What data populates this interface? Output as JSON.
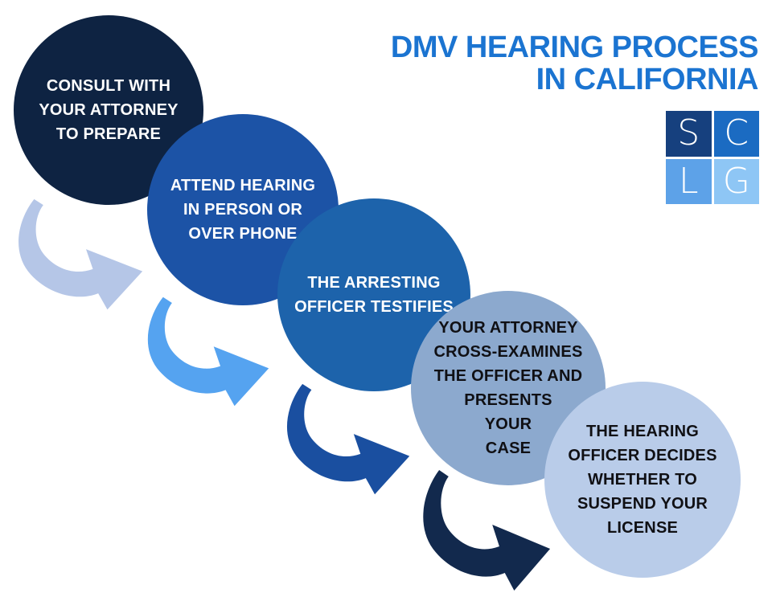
{
  "title": {
    "text": "DMV HEARING PROCESS\nIN CALIFORNIA",
    "color": "#1b74d1"
  },
  "logo": {
    "squares": [
      {
        "letter": "S",
        "color": "#16407e"
      },
      {
        "letter": "C",
        "color": "#1b6bc2"
      },
      {
        "letter": "L",
        "color": "#5da2e8"
      },
      {
        "letter": "G",
        "color": "#8ec6f5"
      }
    ]
  },
  "steps": [
    {
      "label": "CONSULT WITH\nYOUR ATTORNEY\nTO PREPARE",
      "circle_color": "#0e2342",
      "text_color": "#ffffff"
    },
    {
      "label": "ATTEND HEARING\nIN PERSON OR\nOVER PHONE",
      "circle_color": "#1c53a6",
      "text_color": "#ffffff"
    },
    {
      "label": "THE ARRESTING\nOFFICER TESTIFIES",
      "circle_color": "#1d63ab",
      "text_color": "#ffffff"
    },
    {
      "label": "YOUR ATTORNEY\nCROSS-EXAMINES\nTHE OFFICER AND\nPRESENTS\nYOUR\nCASE",
      "circle_color": "#8ca9ce",
      "text_color": "#101014"
    },
    {
      "label": "THE HEARING\nOFFICER DECIDES\nWHETHER TO\nSUSPEND YOUR\nLICENSE",
      "circle_color": "#b9cce9",
      "text_color": "#101014"
    }
  ],
  "arrows": [
    {
      "from_step": 1,
      "to_step": 2,
      "color": "#b5c6e7"
    },
    {
      "from_step": 2,
      "to_step": 3,
      "color": "#55a3f0"
    },
    {
      "from_step": 3,
      "to_step": 4,
      "color": "#1a4fa0"
    },
    {
      "from_step": 4,
      "to_step": 5,
      "color": "#12294d"
    }
  ],
  "background_color": "#ffffff"
}
